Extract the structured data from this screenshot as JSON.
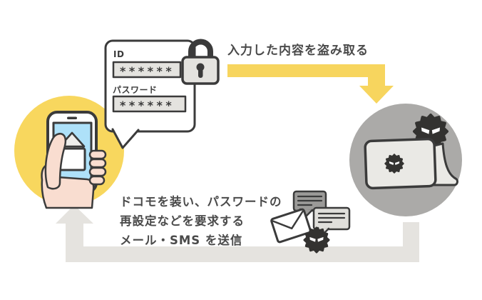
{
  "labels": {
    "steal_arrow": "入力した内容を盗み取る",
    "send_line1": "ドコモを装い、パスワードの",
    "send_line2": "再設定などを要求する",
    "send_line3": "メール・SMS を送信"
  },
  "credential_form": {
    "id_label": "ID",
    "id_value": "******",
    "password_label": "パスワード",
    "password_value": "******"
  },
  "icons": {
    "lock": "padlock-icon",
    "malware": "malware-spiky-face-icon",
    "victim_device": "smartphone-icon",
    "victim_mail": "open-envelope-icon",
    "attacker_device": "laptop-icon",
    "message_items": [
      "chat-bubble-icon",
      "chat-bubble-icon",
      "envelope-icon",
      "malware-spiky-face-icon"
    ]
  },
  "colors": {
    "victim_circle": "#F8D75E",
    "attacker_circle": "#ABAAA8",
    "steal_arrow": "#F7D55E",
    "send_arrow": "#E5E3DF",
    "outline": "#3B3B3B",
    "text": "#4A4A4A",
    "screen_blue": "#AEE1F9",
    "skin": "#F9DDD0",
    "panel_gray": "#E4E3DF"
  }
}
